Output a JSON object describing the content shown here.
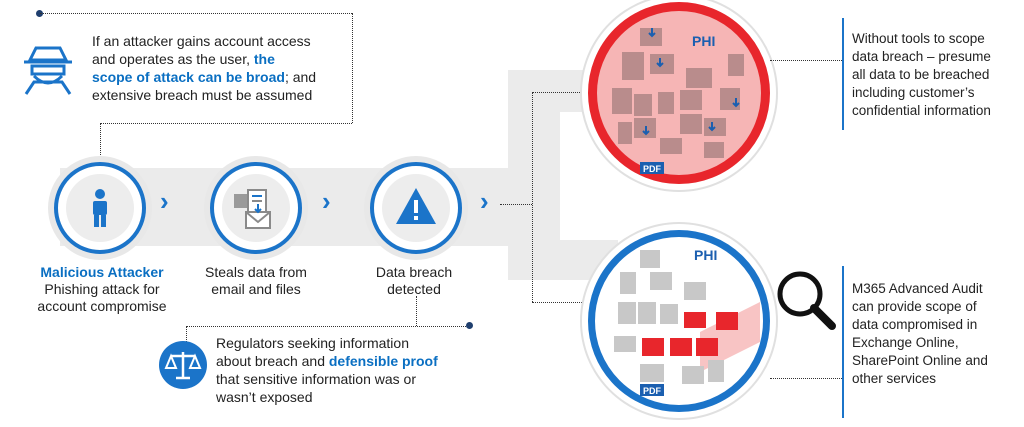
{
  "top_note": {
    "line1": "If an attacker gains account access",
    "line2_a": "and operates as the user, ",
    "line2_b": "the",
    "line3_a": "scope of attack can be broad",
    "line3_b": "; and",
    "line4": "extensive breach must be assumed"
  },
  "steps": [
    {
      "title": "Malicious Attacker",
      "line1": "Phishing attack for",
      "line2": "account compromise"
    },
    {
      "line1": "Steals data from",
      "line2": "email and files"
    },
    {
      "line1": "Data breach",
      "line2": "detected"
    }
  ],
  "regulators": {
    "line1": "Regulators seeking information",
    "line2_a": "about breach and ",
    "line2_b": "defensible proof",
    "line3": "that sensitive information was or",
    "line4": "wasn’t exposed"
  },
  "without_tools": {
    "lines": [
      "Without tools to scope",
      "data breach – presume",
      "all data to be breached",
      "including customer’s",
      "confidential information"
    ]
  },
  "m365": {
    "lines": [
      "M365 Advanced Audit",
      "can provide scope of",
      "data compromised in",
      "Exchange Online,",
      "SharePoint Online and",
      "other services"
    ]
  },
  "circle_labels": {
    "phi_top": "PHI",
    "pdf_top": "PDF",
    "phi_bottom": "PHI",
    "pdf_bottom": "PDF"
  },
  "colors": {
    "accent_blue": "#1b74c9",
    "breach_red": "#e8262c",
    "circle_fill_red": "#f4b3b3",
    "grey_band": "#e6e6e6"
  }
}
